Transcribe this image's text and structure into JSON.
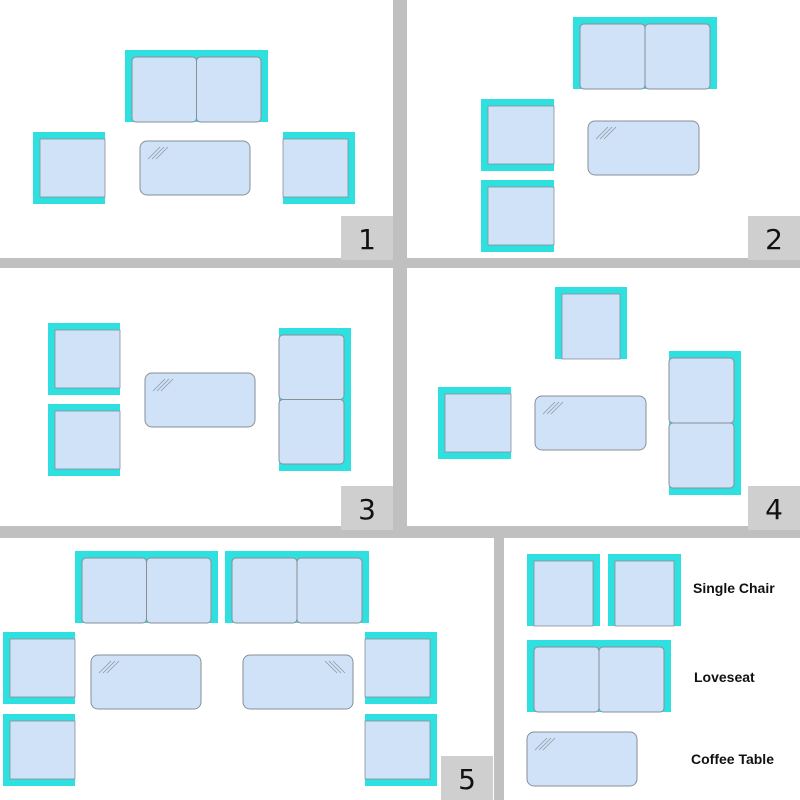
{
  "colors": {
    "background": "#c0c0c0",
    "panel": "#ffffff",
    "cushion": "#cfe2f8",
    "frame": "#2ee0e0",
    "outline": "#8a8f96",
    "table_fill": "#cfe2f8",
    "badge_fill": "#cfcfcf",
    "badge_text": "#111111"
  },
  "panels": [
    {
      "number": "1"
    },
    {
      "number": "2"
    },
    {
      "number": "3"
    },
    {
      "number": "4"
    },
    {
      "number": "5"
    }
  ],
  "legend": {
    "single_chair": "Single Chair",
    "loveseat": "Loveseat",
    "coffee_table": "Coffee Table"
  }
}
